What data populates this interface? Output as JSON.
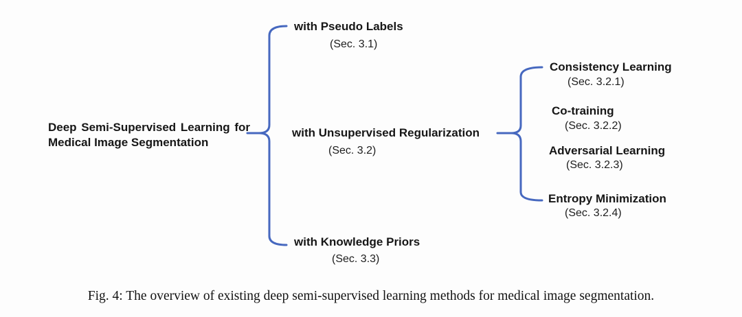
{
  "figure": {
    "root": "Deep Semi-Supervised Learning for Medical Image Segmentation",
    "branches": [
      {
        "label": "with Pseudo Labels",
        "sec": "(Sec. 3.1)"
      },
      {
        "label": "with Unsupervised Regularization",
        "sec": "(Sec. 3.2)",
        "children": [
          {
            "label": "Consistency Learning",
            "sec": "(Sec. 3.2.1)"
          },
          {
            "label": "Co-training",
            "sec": "(Sec. 3.2.2)"
          },
          {
            "label": "Adversarial Learning",
            "sec": "(Sec. 3.2.3)"
          },
          {
            "label": "Entropy Minimization",
            "sec": "(Sec. 3.2.4)"
          }
        ]
      },
      {
        "label": "with Knowledge Priors",
        "sec": "(Sec. 3.3)"
      }
    ],
    "caption": "Fig. 4: The overview of existing deep semi-supervised learning methods for medical image segmentation."
  },
  "colors": {
    "brace": "#4668bf",
    "text": "#161616",
    "background": "#fdfdfd"
  }
}
